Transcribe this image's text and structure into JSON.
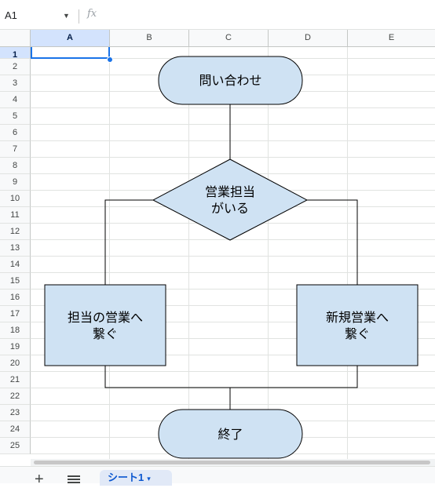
{
  "formula_bar": {
    "name_box": "A1",
    "fx_label": "fx",
    "formula": ""
  },
  "columns": [
    "A",
    "B",
    "C",
    "D",
    "E"
  ],
  "rows": [
    "1",
    "2",
    "3",
    "4",
    "5",
    "6",
    "7",
    "8",
    "9",
    "10",
    "11",
    "12",
    "13",
    "14",
    "15",
    "16",
    "17",
    "18",
    "19",
    "20",
    "21",
    "22",
    "23",
    "24",
    "25"
  ],
  "selected_cell": "A1",
  "flowchart": {
    "start": "問い合わせ",
    "decision": "営業担当\nがいる",
    "left_box": "担当の営業へ\n繋ぐ",
    "right_box": "新規営業へ\n繋ぐ",
    "end": "終了"
  },
  "colors": {
    "shape_fill": "#cfe2f3",
    "shape_stroke": "#000000",
    "selection": "#1a73e8",
    "header_selected": "#d3e3fd"
  },
  "sheet_bar": {
    "add_label": "+",
    "tab_label": "シート1"
  },
  "icons": [
    "chevron-down-icon",
    "fx-icon",
    "add-sheet-icon",
    "all-sheets-icon",
    "tab-caret-icon"
  ]
}
